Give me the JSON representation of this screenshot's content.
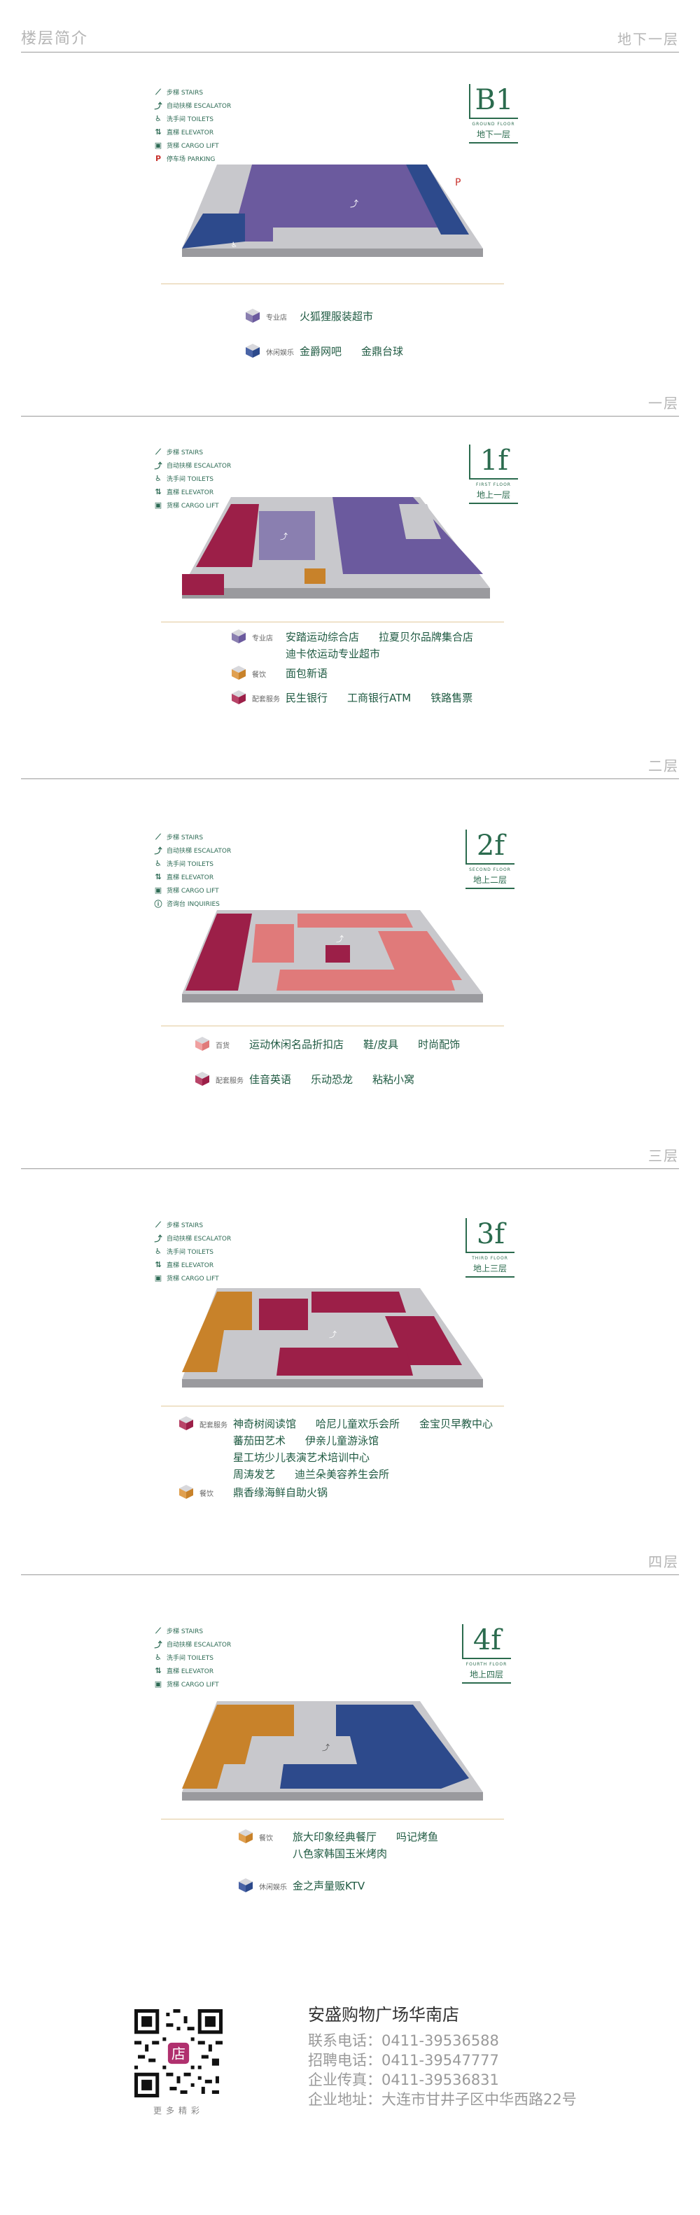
{
  "legend_common": {
    "stairs": "步梯 STAIRS",
    "escalator": "自动扶梯 ESCALATOR",
    "toilets": "洗手间 TOILETS",
    "elevator": "直梯 ELEVATOR",
    "cargo": "货梯 CARGO LIFT",
    "parking": "停车场 PARKING",
    "inquiries": "咨询台 INQUIRIES"
  },
  "b1": {
    "head_left": "楼层简介",
    "head_right": "地下一层",
    "badge_big": "B1",
    "badge_en": "GROUND FLOOR",
    "badge_cn": "地下一层",
    "cats": [
      {
        "label": "专业店",
        "color": "#8a7fb0",
        "shops": [
          "火狐狸服装超市"
        ]
      },
      {
        "label": "休闲娱乐",
        "color": "#2d4a8c",
        "shops": [
          "金爵网吧",
          "金鼎台球"
        ]
      }
    ]
  },
  "f1": {
    "head_right": "一层",
    "badge_big": "1f",
    "badge_en": "FIRST FLOOR",
    "badge_cn": "地上一层",
    "cats": [
      {
        "label": "专业店",
        "color": "#8a7fb0",
        "lines": [
          [
            "安踏运动综合店",
            "拉夏贝尔品牌集合店"
          ],
          [
            "迪卡侬运动专业超市"
          ]
        ]
      },
      {
        "label": "餐饮",
        "color": "#c8822a",
        "lines": [
          [
            "面包新语"
          ]
        ]
      },
      {
        "label": "配套服务",
        "color": "#9c1f48",
        "lines": [
          [
            "民生银行",
            "工商银行ATM",
            "铁路售票"
          ]
        ]
      }
    ]
  },
  "f2": {
    "head_right": "二层",
    "badge_big": "2f",
    "badge_en": "SECOND FLOOR",
    "badge_cn": "地上二层",
    "cats": [
      {
        "label": "百货",
        "color": "#e07a7a",
        "lines": [
          [
            "运动休闲名品折扣店",
            "鞋/皮具",
            "时尚配饰"
          ]
        ]
      },
      {
        "label": "配套服务",
        "color": "#9c1f48",
        "lines": [
          [
            "佳音英语",
            "乐动恐龙",
            "粘粘小窝"
          ]
        ]
      }
    ]
  },
  "f3": {
    "head_right": "三层",
    "badge_big": "3f",
    "badge_en": "THIRD FLOOR",
    "badge_cn": "地上三层",
    "cats": [
      {
        "label": "配套服务",
        "color": "#9c1f48",
        "lines": [
          [
            "神奇树阅读馆",
            "哈尼儿童欢乐会所",
            "金宝贝早教中心"
          ],
          [
            "蕃茄田艺术",
            "伊亲儿童游泳馆"
          ],
          [
            "星工坊少儿表演艺术培训中心"
          ],
          [
            "周涛发艺",
            "迪兰朵美容养生会所"
          ]
        ]
      },
      {
        "label": "餐饮",
        "color": "#c8822a",
        "lines": [
          [
            "鼎香缘海鲜自助火锅"
          ]
        ]
      }
    ]
  },
  "f4": {
    "head_right": "四层",
    "badge_big": "4f",
    "badge_en": "FOURTH FLOOR",
    "badge_cn": "地上四层",
    "cats": [
      {
        "label": "餐饮",
        "color": "#c8822a",
        "lines": [
          [
            "旅大印象经典餐厅",
            "吗记烤鱼"
          ],
          [
            "八色家韩国玉米烤肉"
          ]
        ]
      },
      {
        "label": "休闲娱乐",
        "color": "#2d4a8c",
        "lines": [
          [
            "金之声量贩KTV"
          ]
        ]
      }
    ]
  },
  "footer": {
    "qr_caption": "更多精彩",
    "store_name": "安盛购物广场华南店",
    "phone": "联系电话：0411-39536588",
    "recruit": "招聘电话：0411-39547777",
    "fax": "企业传真：0411-39536831",
    "address": "企业地址：大连市甘井子区中华西路22号"
  },
  "colors": {
    "purple": "#6b5a9e",
    "navy": "#2d4a8c",
    "crimson": "#9c1f48",
    "salmon": "#e07a7a",
    "orange": "#c8822a",
    "grey": "#c8c8cc",
    "accent_green": "#2b6b4e"
  }
}
